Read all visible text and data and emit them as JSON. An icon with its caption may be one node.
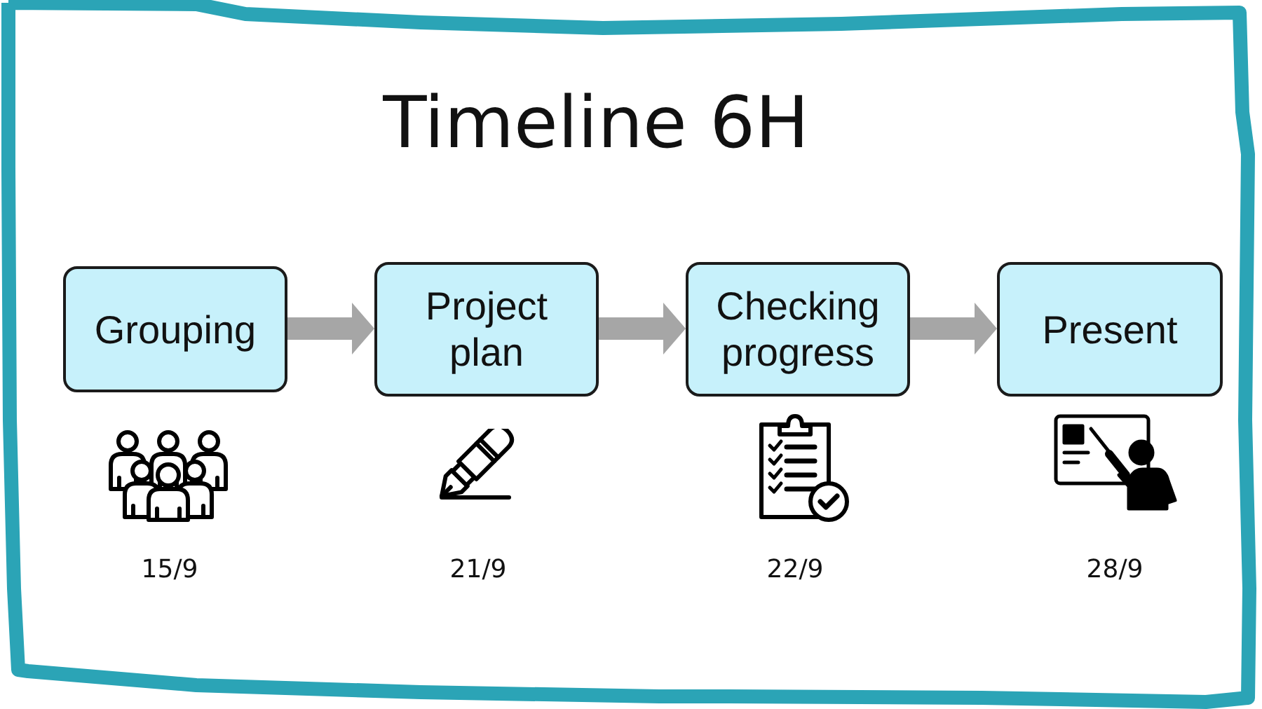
{
  "diagram": {
    "title": "Timeline 6H",
    "nodes": [
      {
        "text": [
          "Grouping"
        ]
      },
      {
        "text": [
          "Project plan"
        ]
      },
      {
        "text": [
          "Checking progress"
        ]
      },
      {
        "text": [
          "Present"
        ]
      }
    ],
    "edges": [
      {
        "from": 0,
        "to": 1,
        "arrow": "to"
      },
      {
        "from": 1,
        "to": 2,
        "arrow": "to"
      },
      {
        "from": 2,
        "to": 3,
        "arrow": "to"
      }
    ],
    "labels": [
      "15/9",
      "21/9",
      "22/9",
      "28/9"
    ]
  }
}
